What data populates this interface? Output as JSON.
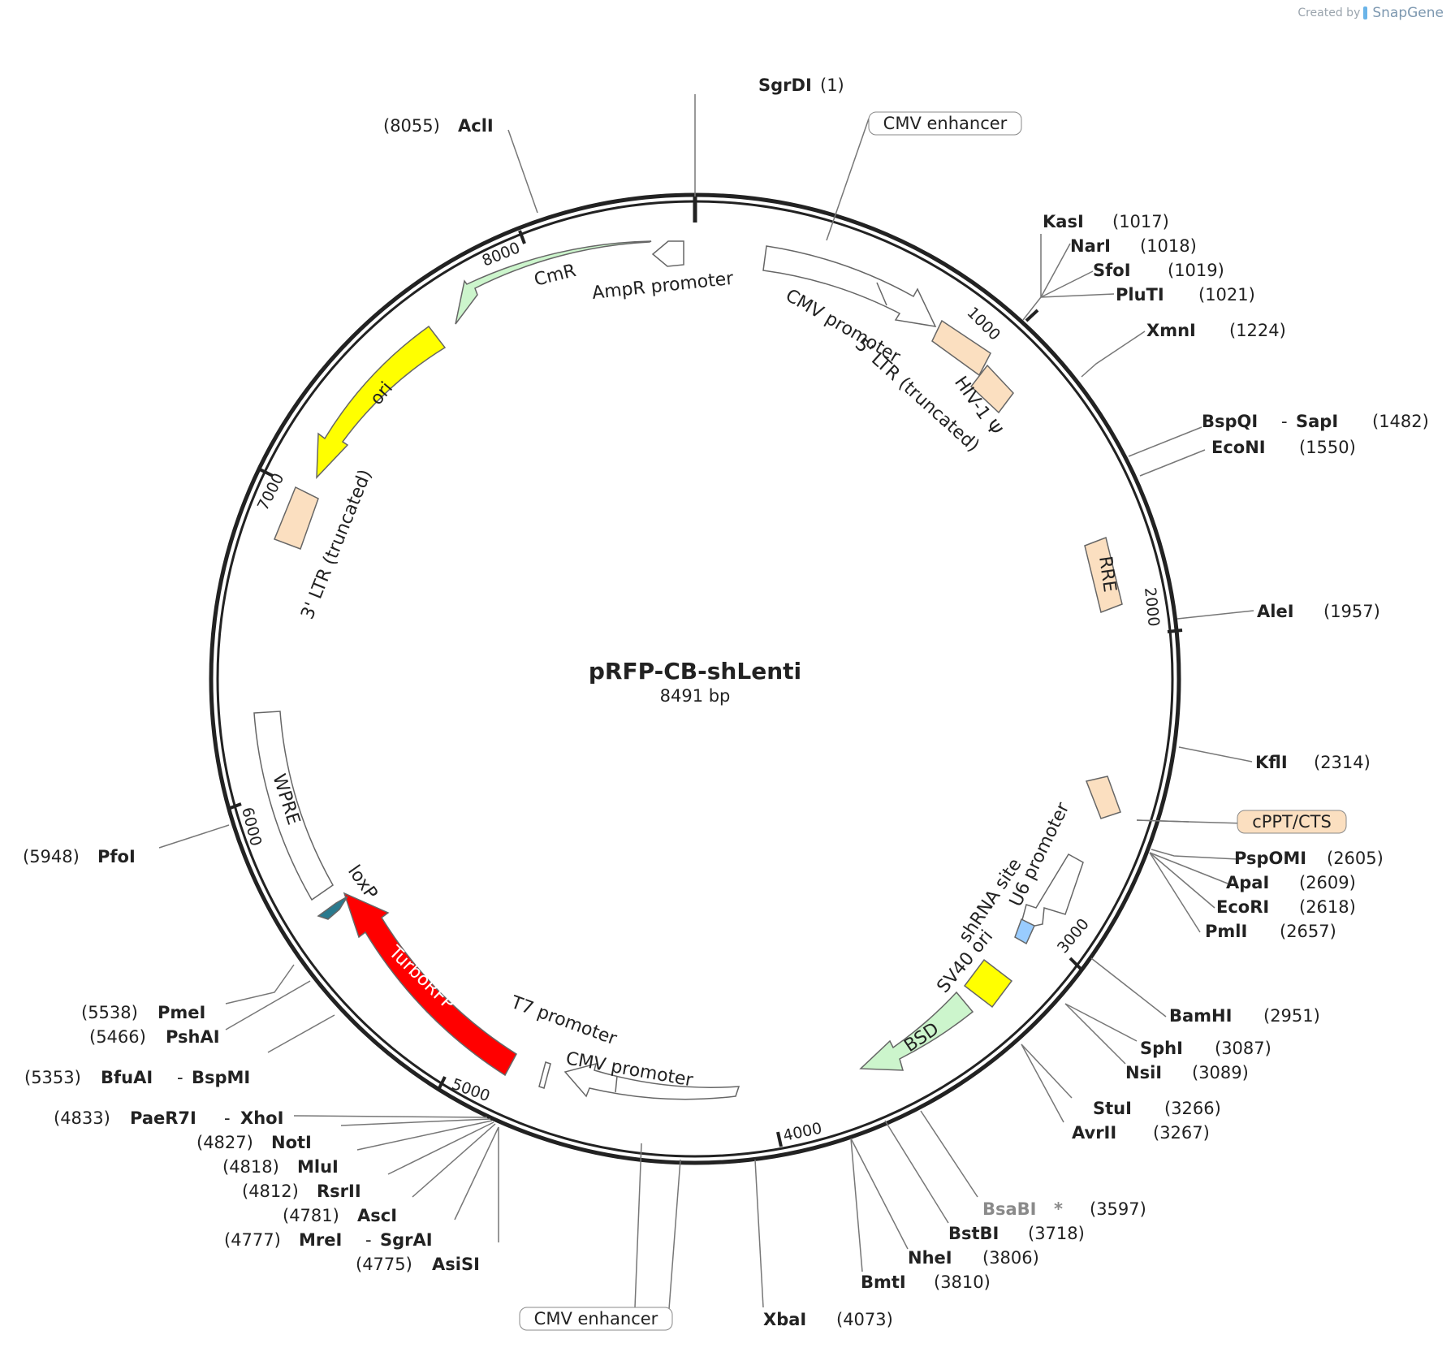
{
  "credit": {
    "prefix": "Created by",
    "logo": "SnapGene"
  },
  "plasmid": {
    "name": "pRFP-CB-shLenti",
    "size_label": "8491 bp",
    "total_bp": 8491
  },
  "ticks": [
    {
      "label": "1000",
      "bp": 1000
    },
    {
      "label": "2000",
      "bp": 2000
    },
    {
      "label": "3000",
      "bp": 3000
    },
    {
      "label": "4000",
      "bp": 4000
    },
    {
      "label": "5000",
      "bp": 5000
    },
    {
      "label": "6000",
      "bp": 6000
    },
    {
      "label": "7000",
      "bp": 7000
    },
    {
      "label": "8000",
      "bp": 8000
    }
  ],
  "sites": [
    {
      "name": "SgrDI",
      "pos": "(1)"
    },
    {
      "name": "AclI",
      "pos": "(8055)"
    },
    {
      "name": "KasI",
      "pos": "(1017)"
    },
    {
      "name": "NarI",
      "pos": "(1018)"
    },
    {
      "name": "SfoI",
      "pos": "(1019)"
    },
    {
      "name": "PluTI",
      "pos": "(1021)"
    },
    {
      "name": "XmnI",
      "pos": "(1224)"
    },
    {
      "name": "BspQI",
      "name2": "SapI",
      "pos": "(1482)"
    },
    {
      "name": "EcoNI",
      "pos": "(1550)"
    },
    {
      "name": "AleI",
      "pos": "(1957)"
    },
    {
      "name": "KflI",
      "pos": "(2314)"
    },
    {
      "name": "PspOMI",
      "pos": "(2605)"
    },
    {
      "name": "ApaI",
      "pos": "(2609)"
    },
    {
      "name": "EcoRI",
      "pos": "(2618)"
    },
    {
      "name": "PmlI",
      "pos": "(2657)"
    },
    {
      "name": "BamHI",
      "pos": "(2951)"
    },
    {
      "name": "SphI",
      "pos": "(3087)"
    },
    {
      "name": "NsiI",
      "pos": "(3089)"
    },
    {
      "name": "StuI",
      "pos": "(3266)"
    },
    {
      "name": "AvrII",
      "pos": "(3267)"
    },
    {
      "name": "BsaBI",
      "star": "*",
      "pos": "(3597)"
    },
    {
      "name": "BstBI",
      "pos": "(3718)"
    },
    {
      "name": "NheI",
      "pos": "(3806)"
    },
    {
      "name": "BmtI",
      "pos": "(3810)"
    },
    {
      "name": "XbaI",
      "pos": "(4073)"
    },
    {
      "name": "AsiSI",
      "pos": "(4775)"
    },
    {
      "name": "MreI",
      "name2": "SgrAI",
      "pos": "(4777)"
    },
    {
      "name": "AscI",
      "pos": "(4781)"
    },
    {
      "name": "RsrII",
      "pos": "(4812)"
    },
    {
      "name": "MluI",
      "pos": "(4818)"
    },
    {
      "name": "NotI",
      "pos": "(4827)"
    },
    {
      "name": "PaeR7I",
      "name2": "XhoI",
      "pos": "(4833)"
    },
    {
      "name": "BfuAI",
      "name2": "BspMI",
      "pos": "(5353)"
    },
    {
      "name": "PshAI",
      "pos": "(5466)"
    },
    {
      "name": "PmeI",
      "pos": "(5538)"
    },
    {
      "name": "PfoI",
      "pos": "(5948)"
    }
  ],
  "boxed_labels": [
    "CMV enhancer",
    "cPPT/CTS",
    "CMV enhancer"
  ],
  "features": [
    {
      "name": "CmR",
      "color": "#ccf5cc"
    },
    {
      "name": "AmpR promoter",
      "color": "#ffffff"
    },
    {
      "name": "CMV promoter",
      "color": "#ffffff"
    },
    {
      "name": "5' LTR (truncated)",
      "color": "#fbdfc0"
    },
    {
      "name": "HIV-1 Ψ",
      "color": "#fbdfc0"
    },
    {
      "name": "RRE",
      "color": "#fbdfc0"
    },
    {
      "name": "U6 promoter",
      "color": "#ffffff"
    },
    {
      "name": "shRNA site",
      "color": "#99ccff"
    },
    {
      "name": "SV40 ori",
      "color": "#ffff00"
    },
    {
      "name": "BSD",
      "color": "#ccf5cc"
    },
    {
      "name": "CMV promoter",
      "color": "#ffffff"
    },
    {
      "name": "T7 promoter",
      "color": "#ffffff"
    },
    {
      "name": "TurboRFP",
      "color": "#ff0000"
    },
    {
      "name": "loxP",
      "color": "#2a7a8e"
    },
    {
      "name": "WPRE",
      "color": "#ffffff"
    },
    {
      "name": "3' LTR (truncated)",
      "color": "#fbdfc0"
    },
    {
      "name": "ori",
      "color": "#ffff00"
    }
  ]
}
